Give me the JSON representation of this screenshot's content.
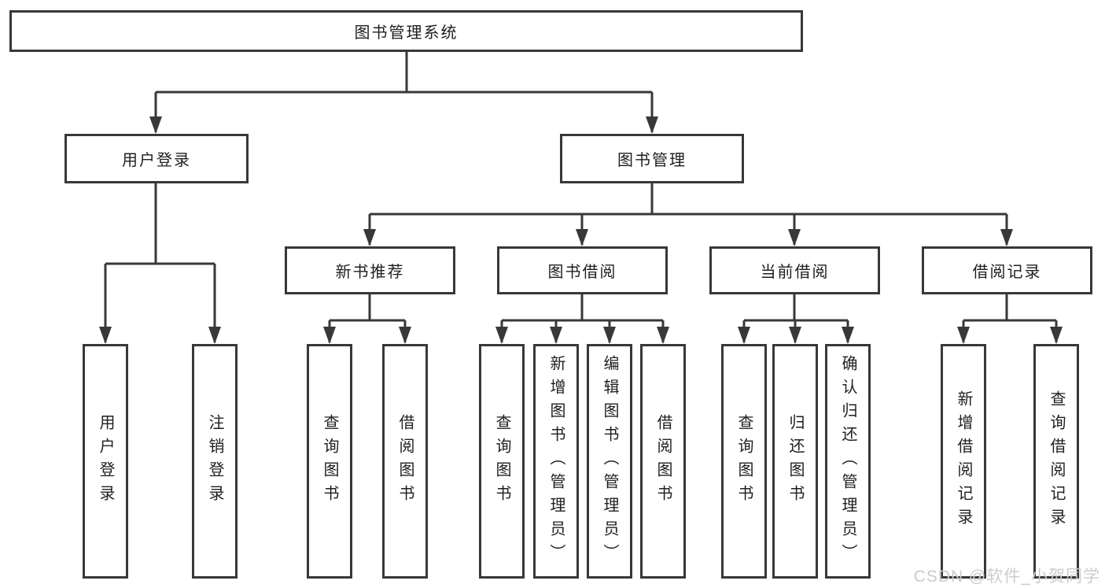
{
  "tree": {
    "root": "图书管理系统",
    "branches": [
      {
        "label": "用户登录",
        "leaves": [
          "用户登录",
          "注销登录"
        ]
      },
      {
        "label": "图书管理",
        "groups": [
          {
            "label": "新书推荐",
            "leaves": [
              "查询图书",
              "借阅图书"
            ]
          },
          {
            "label": "图书借阅",
            "leaves": [
              "查询图书",
              "新增图书（管理员）",
              "编辑图书（管理员）",
              "借阅图书"
            ]
          },
          {
            "label": "当前借阅",
            "leaves": [
              "查询图书",
              "归还图书",
              "确认归还（管理员）"
            ]
          },
          {
            "label": "借阅记录",
            "leaves": [
              "新增借阅记录",
              "查询借阅记录"
            ]
          }
        ]
      }
    ]
  },
  "watermark": "CSDN @软件_小贺同学",
  "colors": {
    "background": "#ffffff",
    "line": "#383838",
    "box_border": "#383838",
    "box_fill": "#ffffff",
    "text": "#1f1f1f",
    "watermark": "#cccccc"
  }
}
